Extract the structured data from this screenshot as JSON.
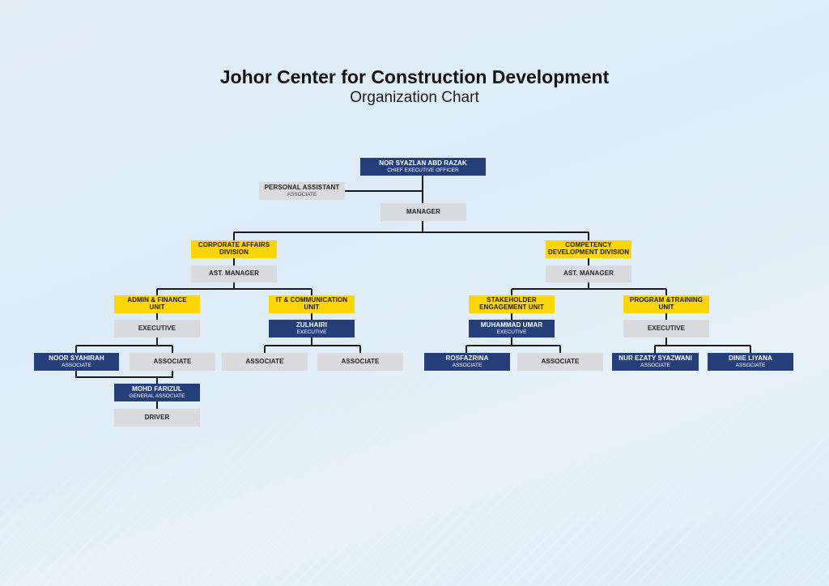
{
  "title": "Johor Center for Construction Development",
  "subtitle": "Organization Chart",
  "nodes": {
    "ceo": {
      "name": "NOR SYAZLAN ABD RAZAK",
      "role": "CHIEF EXECUTIVE OFFICER"
    },
    "pa": {
      "name": "PERSONAL ASSISTANT",
      "role": "ASSOCIATE"
    },
    "manager": {
      "name": "MANAGER"
    },
    "corp": {
      "name": "CORPORATE AFFAIRS",
      "name2": "DIVISION"
    },
    "comp": {
      "name": "COMPETENCY",
      "name2": "DEVELOPMENT DIVISION"
    },
    "ast_left": {
      "name": "AST. MANAGER"
    },
    "ast_right": {
      "name": "AST. MANAGER"
    },
    "admin": {
      "name": "ADMIN & FINANCE",
      "name2": "UNIT"
    },
    "it": {
      "name": "IT & COMMUNICATION",
      "name2": "UNIT"
    },
    "stake": {
      "name": "STAKEHOLDER",
      "name2": "ENGAGEMENT UNIT"
    },
    "prog": {
      "name": "PROGRAM &TRAINING",
      "name2": "UNIT"
    },
    "exec_admin": {
      "name": "EXECUTIVE"
    },
    "zulhairi": {
      "name": "ZULHAIRI",
      "role": "EXECUTIVE"
    },
    "muhammad": {
      "name": "MUHAMMAD UMAR",
      "role": "EXECUTIVE"
    },
    "exec_prog": {
      "name": "EXECUTIVE"
    },
    "noor": {
      "name": "NOOR SYAHIRAH",
      "role": "ASSOCIATE"
    },
    "assoc_admin": {
      "name": "ASSOCIATE"
    },
    "assoc_it1": {
      "name": "ASSOCIATE"
    },
    "assoc_it2": {
      "name": "ASSOCIATE"
    },
    "rosfazrina": {
      "name": "ROSFAZRINA",
      "role": "ASSOCIATE"
    },
    "assoc_stake": {
      "name": "ASSOCIATE"
    },
    "nur": {
      "name": "NUR EZATY SYAZWANI",
      "role": "ASSOCIATE"
    },
    "dinie": {
      "name": "DINIE LIYANA",
      "role": "ASSOCIATE"
    },
    "mohd": {
      "name": "MOHD FARIZUL",
      "role": "GENERAL ASSOCIATE"
    },
    "driver": {
      "name": "DRIVER"
    }
  },
  "colors": {
    "navy": "#253f7b",
    "yellow": "#fcd505",
    "gray": "#d8dadd",
    "line": "#1a1a1a"
  }
}
